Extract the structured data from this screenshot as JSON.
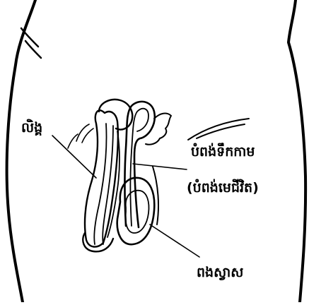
{
  "labels": {
    "penis": "លិង្គ",
    "vas_deferens": "បំពង់ទឹកកាម",
    "vas_deferens_alt": "(បំពង់មេជីវិត)",
    "scrotum": "ពងស្វាស"
  },
  "colors": {
    "ink": "#000000",
    "background": "#ffffff"
  }
}
